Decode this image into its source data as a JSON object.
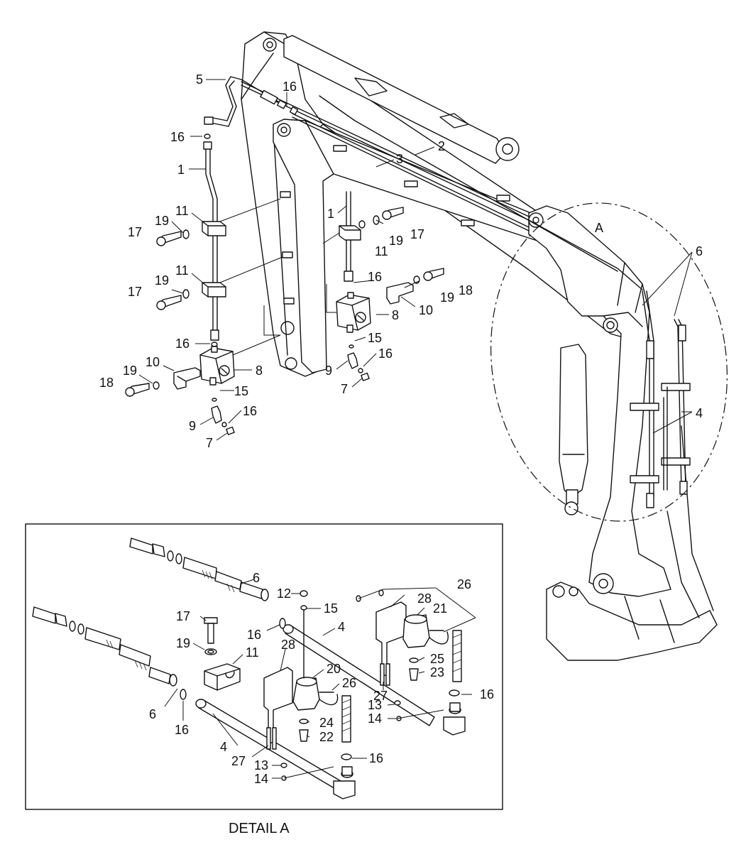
{
  "diagram": {
    "caption": "DETAIL A",
    "detail_marker": "A",
    "callouts_main": [
      {
        "id": "c5",
        "text": "5"
      },
      {
        "id": "c16a",
        "text": "16"
      },
      {
        "id": "c16b",
        "text": "16"
      },
      {
        "id": "c1a",
        "text": "1"
      },
      {
        "id": "c2",
        "text": "2"
      },
      {
        "id": "c3",
        "text": "3"
      },
      {
        "id": "c1b",
        "text": "1"
      },
      {
        "id": "c19a",
        "text": "19"
      },
      {
        "id": "c11a",
        "text": "11"
      },
      {
        "id": "c17a",
        "text": "17"
      },
      {
        "id": "c19b",
        "text": "19"
      },
      {
        "id": "c11b",
        "text": "11"
      },
      {
        "id": "c17b",
        "text": "17"
      },
      {
        "id": "c19c",
        "text": "19"
      },
      {
        "id": "c11c",
        "text": "11"
      },
      {
        "id": "c17c",
        "text": "17"
      },
      {
        "id": "c16c",
        "text": "16"
      },
      {
        "id": "c19d",
        "text": "19"
      },
      {
        "id": "c18a",
        "text": "18"
      },
      {
        "id": "c8a",
        "text": "8"
      },
      {
        "id": "c10a",
        "text": "10"
      },
      {
        "id": "c16d",
        "text": "16"
      },
      {
        "id": "c15a",
        "text": "15"
      },
      {
        "id": "c16e",
        "text": "16"
      },
      {
        "id": "c9a",
        "text": "9"
      },
      {
        "id": "c7a",
        "text": "7"
      },
      {
        "id": "c10b",
        "text": "10"
      },
      {
        "id": "c19e",
        "text": "19"
      },
      {
        "id": "c18b",
        "text": "18"
      },
      {
        "id": "c8b",
        "text": "8"
      },
      {
        "id": "c15b",
        "text": "15"
      },
      {
        "id": "c16f",
        "text": "16"
      },
      {
        "id": "c9b",
        "text": "9"
      },
      {
        "id": "c7b",
        "text": "7"
      },
      {
        "id": "c6a",
        "text": "6"
      },
      {
        "id": "c4a",
        "text": "4"
      }
    ],
    "callouts_detail": [
      {
        "id": "d6a",
        "text": "6"
      },
      {
        "id": "d12",
        "text": "12"
      },
      {
        "id": "d15",
        "text": "15"
      },
      {
        "id": "d28a",
        "text": "28"
      },
      {
        "id": "d26a",
        "text": "26"
      },
      {
        "id": "d21",
        "text": "21"
      },
      {
        "id": "d17",
        "text": "17"
      },
      {
        "id": "d16a",
        "text": "16"
      },
      {
        "id": "d4a",
        "text": "4"
      },
      {
        "id": "d19",
        "text": "19"
      },
      {
        "id": "d11",
        "text": "11"
      },
      {
        "id": "d28b",
        "text": "28"
      },
      {
        "id": "d20",
        "text": "20"
      },
      {
        "id": "d26b",
        "text": "26"
      },
      {
        "id": "d25",
        "text": "25"
      },
      {
        "id": "d23",
        "text": "23"
      },
      {
        "id": "d27a",
        "text": "27"
      },
      {
        "id": "d16b",
        "text": "16"
      },
      {
        "id": "d13a",
        "text": "13"
      },
      {
        "id": "d14a",
        "text": "14"
      },
      {
        "id": "d6b",
        "text": "6"
      },
      {
        "id": "d16c",
        "text": "16"
      },
      {
        "id": "d24",
        "text": "24"
      },
      {
        "id": "d22",
        "text": "22"
      },
      {
        "id": "d4b",
        "text": "4"
      },
      {
        "id": "d27b",
        "text": "27"
      },
      {
        "id": "d16d",
        "text": "16"
      },
      {
        "id": "d13b",
        "text": "13"
      },
      {
        "id": "d14b",
        "text": "14"
      }
    ]
  }
}
